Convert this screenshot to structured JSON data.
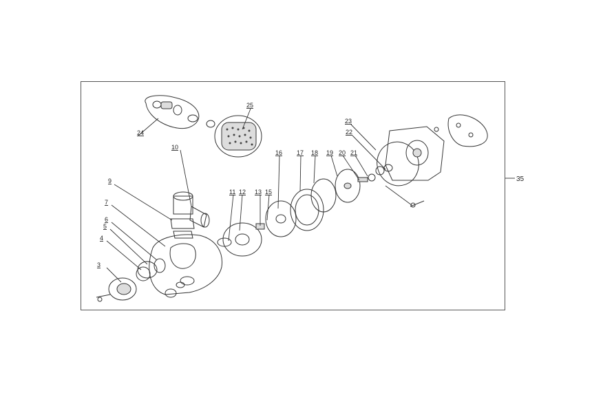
{
  "labels": {
    "l3": "3",
    "l4": "4",
    "l5": "5",
    "l6": "6",
    "l7": "7",
    "l9": "9",
    "l10": "10",
    "l11": "11",
    "l12": "12",
    "l13": "13",
    "l15": "15",
    "l16": "16",
    "l17": "17",
    "l18": "18",
    "l19": "19",
    "l20": "20",
    "l21": "21",
    "l22": "22",
    "l23": "23",
    "l24": "24",
    "l25": "25",
    "l35": "35"
  }
}
